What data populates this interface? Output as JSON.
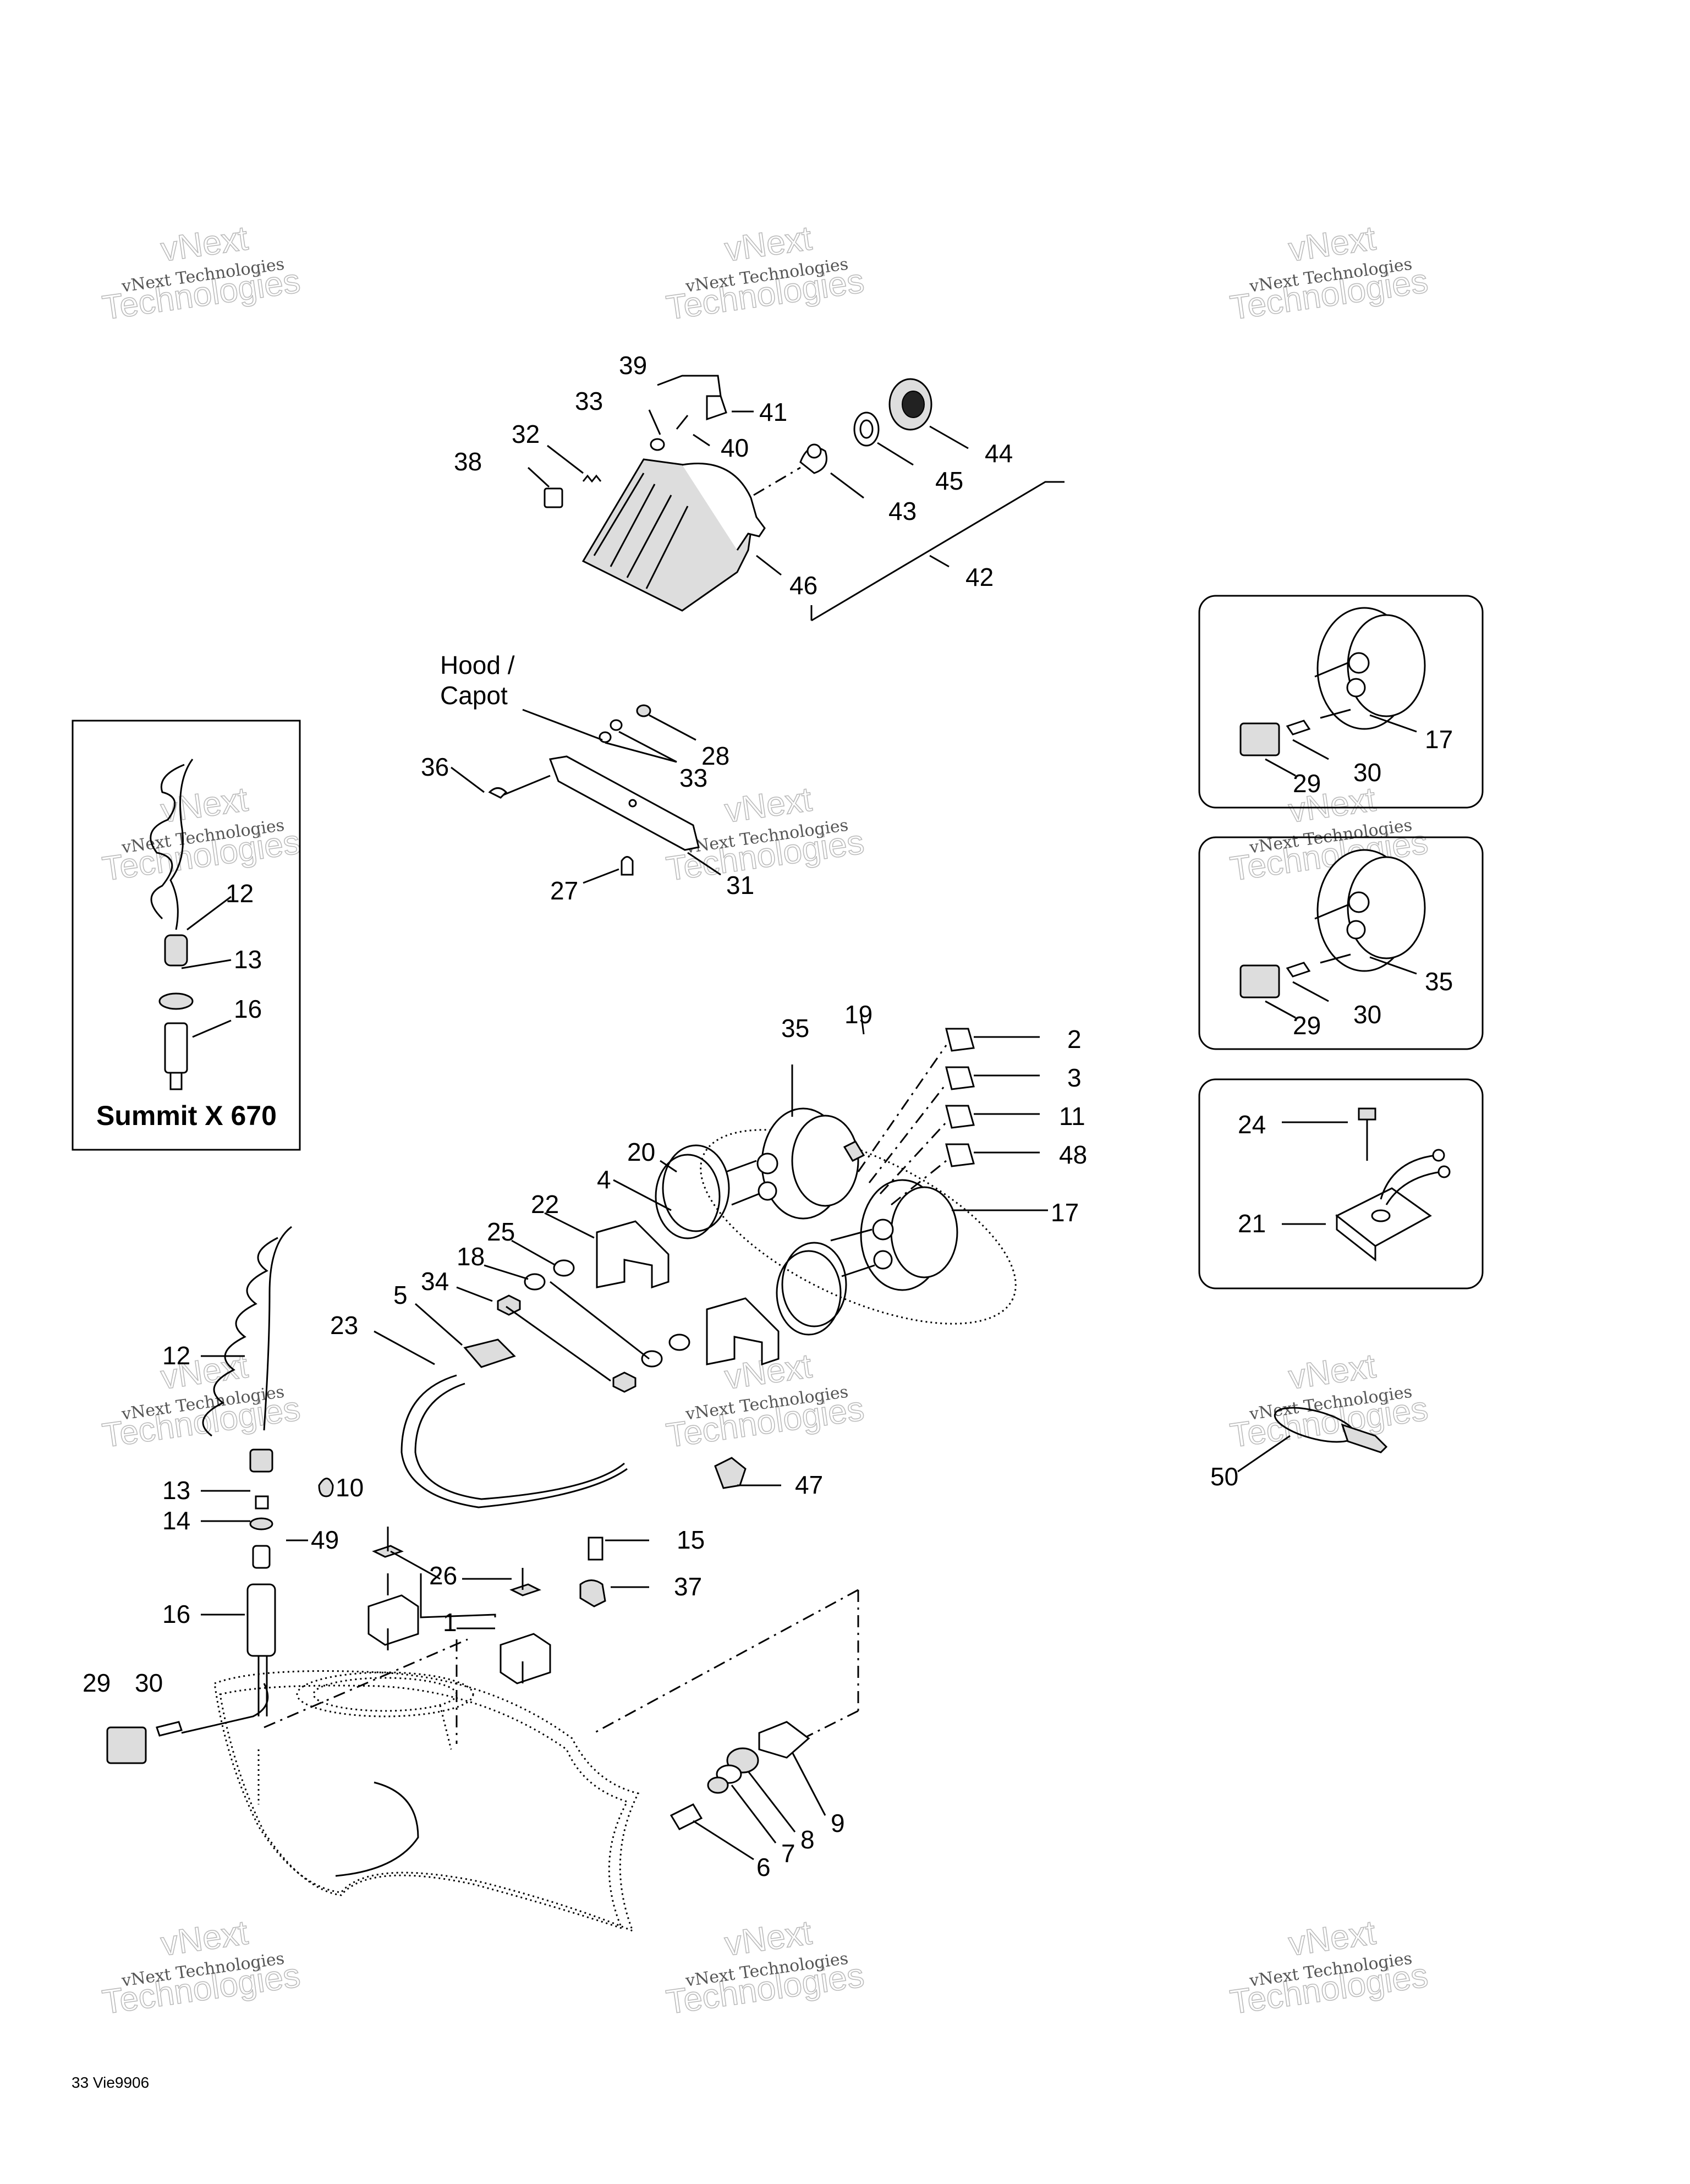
{
  "watermark": {
    "line1": "vNext Technologies",
    "line2": "vNext",
    "line3": "Technologies"
  },
  "labels": {
    "l39": "39",
    "l33a": "33",
    "l41": "41",
    "l40": "40",
    "l32": "32",
    "l38": "38",
    "l44": "44",
    "l45": "45",
    "l43": "43",
    "l46": "46",
    "l42": "42",
    "hood1": "Hood /",
    "hood2": "Capot",
    "l28": "28",
    "l33b": "33",
    "l36": "36",
    "l27": "27",
    "l31": "31",
    "l12a": "12",
    "l13a": "13",
    "l16a": "16",
    "summit": "Summit X 670",
    "l17a": "17",
    "l29a": "29",
    "l30a": "30",
    "l35a": "35",
    "l29b": "29",
    "l30b": "30",
    "l24": "24",
    "l21": "21",
    "l35b": "35",
    "l19": "19",
    "l2": "2",
    "l3": "3",
    "l11": "11",
    "l48": "48",
    "l20": "20",
    "l4": "4",
    "l17b": "17",
    "l22": "22",
    "l25": "25",
    "l18": "18",
    "l34": "34",
    "l5": "5",
    "l23": "23",
    "l12b": "12",
    "l13b": "13",
    "l10": "10",
    "l14": "14",
    "l49": "49",
    "l16b": "16",
    "l29c": "29",
    "l30c": "30",
    "l26": "26",
    "l1": "1",
    "l47": "47",
    "l15": "15",
    "l37": "37",
    "l50": "50",
    "l9": "9",
    "l8": "8",
    "l7": "7",
    "l6": "6"
  },
  "footer_code": "33 Vie9906"
}
